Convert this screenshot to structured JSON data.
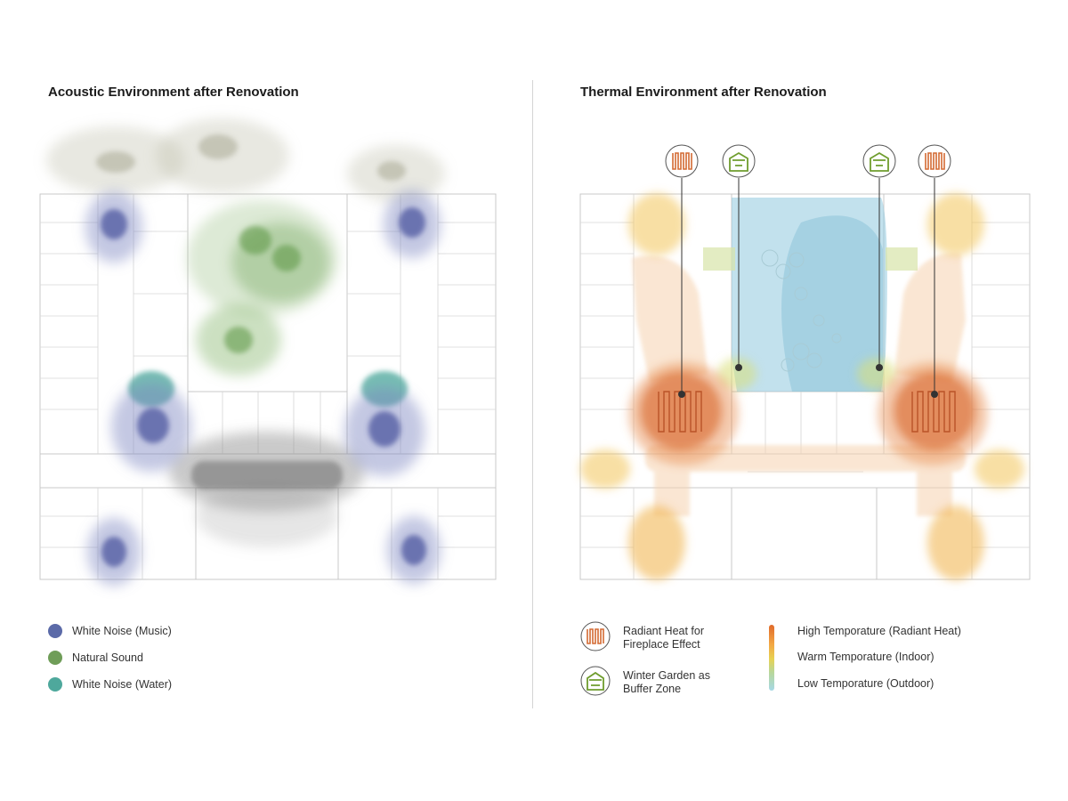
{
  "acoustic": {
    "title": "Acoustic Environment after Renovation",
    "legend": [
      {
        "label": "White Noise (Music)",
        "color": "#5b6aa8"
      },
      {
        "label": "Natural Sound",
        "color": "#6f9d58"
      },
      {
        "label": "White Noise (Water)",
        "color": "#4ea89c"
      }
    ]
  },
  "thermal": {
    "title": "Thermal Environment after Renovation",
    "legend_icons": [
      {
        "label": "Radiant Heat for Fireplace Effect",
        "icon": "radiant-heat-icon"
      },
      {
        "label": "Winter Garden as Buffer Zone",
        "icon": "winter-garden-icon"
      }
    ],
    "temperature_legend": [
      {
        "label": "High Temporature (Radiant Heat)",
        "color": "#e06a2a"
      },
      {
        "label": "Warm Temporature (Indoor)",
        "color": "#e7d253"
      },
      {
        "label": "Low Temporature (Outdoor)",
        "color": "#a6d8e6"
      }
    ]
  },
  "colors": {
    "music": "#5b6aa8",
    "nature": "#6f9d58",
    "water": "#4ea89c",
    "noise_gray": "#8f8f8f",
    "hot": "#d9652c",
    "warm": "#f2b857",
    "cold": "#8fc9de"
  }
}
